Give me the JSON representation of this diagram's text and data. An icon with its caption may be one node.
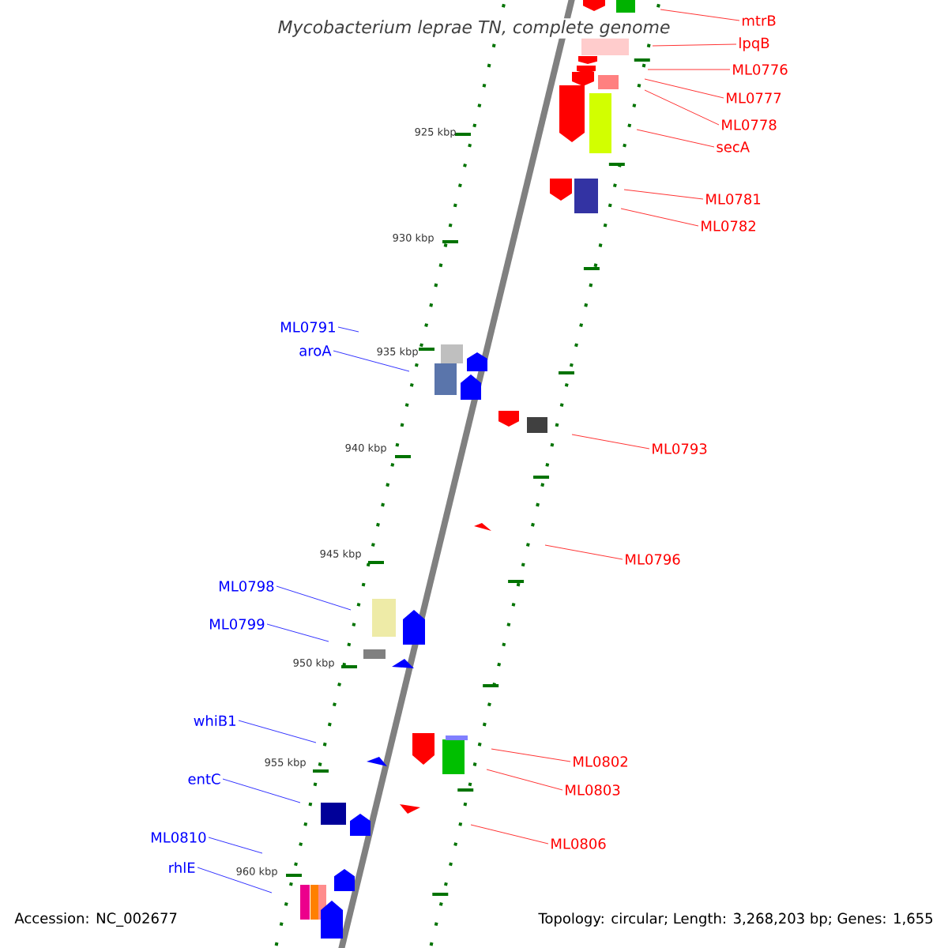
{
  "diagram": {
    "title": "Mycobacterium leprae TN, complete genome",
    "nodes": [
      {
        "text": [
          "mtrB"
        ]
      },
      {
        "text": [
          "lpqB"
        ]
      },
      {
        "text": [
          "ML0776"
        ]
      },
      {
        "text": [
          "ML0777"
        ]
      },
      {
        "text": [
          "ML0778"
        ]
      },
      {
        "text": [
          "secA"
        ]
      },
      {
        "text": [
          "ML0781"
        ]
      },
      {
        "text": [
          "ML0782"
        ]
      },
      {
        "text": [
          "ML0791"
        ]
      },
      {
        "text": [
          "aroA"
        ]
      },
      {
        "text": [
          "ML0793"
        ]
      },
      {
        "text": [
          "ML0796"
        ]
      },
      {
        "text": [
          "ML0798"
        ]
      },
      {
        "text": [
          "ML0799"
        ]
      },
      {
        "text": [
          "whiB1"
        ]
      },
      {
        "text": [
          "ML0802"
        ]
      },
      {
        "text": [
          "ML0803"
        ]
      },
      {
        "text": [
          "entC"
        ]
      },
      {
        "text": [
          "ML0806"
        ]
      },
      {
        "text": [
          "ML0810"
        ]
      },
      {
        "text": [
          "rhlE"
        ]
      }
    ],
    "edges": [
      {
        "from": 0,
        "to": null,
        "arrow": "none"
      },
      {
        "from": 1,
        "to": null,
        "arrow": "none"
      },
      {
        "from": 2,
        "to": null,
        "arrow": "none"
      },
      {
        "from": 3,
        "to": null,
        "arrow": "none"
      },
      {
        "from": 4,
        "to": null,
        "arrow": "none"
      },
      {
        "from": 5,
        "to": null,
        "arrow": "none"
      },
      {
        "from": 6,
        "to": null,
        "arrow": "none"
      },
      {
        "from": 7,
        "to": null,
        "arrow": "none"
      },
      {
        "from": 8,
        "to": null,
        "arrow": "none",
        "color": "#0000ff"
      },
      {
        "from": 9,
        "to": null,
        "arrow": "none",
        "color": "#0000ff"
      },
      {
        "from": 10,
        "to": null,
        "arrow": "none"
      },
      {
        "from": 11,
        "to": null,
        "arrow": "none"
      },
      {
        "from": 12,
        "to": null,
        "arrow": "none",
        "color": "#0000ff"
      },
      {
        "from": 13,
        "to": null,
        "arrow": "none",
        "color": "#0000ff"
      },
      {
        "from": 14,
        "to": null,
        "arrow": "none",
        "color": "#0000ff"
      },
      {
        "from": 15,
        "to": null,
        "arrow": "none"
      },
      {
        "from": 16,
        "to": null,
        "arrow": "none"
      },
      {
        "from": 17,
        "to": null,
        "arrow": "none",
        "color": "#0000ff"
      },
      {
        "from": 18,
        "to": null,
        "arrow": "none"
      },
      {
        "from": 19,
        "to": null,
        "arrow": "none",
        "color": "#0000ff"
      },
      {
        "from": 20,
        "to": null,
        "arrow": "none",
        "color": "#0000ff"
      }
    ],
    "labels": [
      "925 kbp",
      "930 kbp",
      "935 kbp",
      "940 kbp",
      "945 kbp",
      "950 kbp",
      "955 kbp",
      "960 kbp",
      "Accession: NC_002677",
      "Topology: circular; Length: 3,268,203 bp; Genes: 1,655"
    ]
  }
}
